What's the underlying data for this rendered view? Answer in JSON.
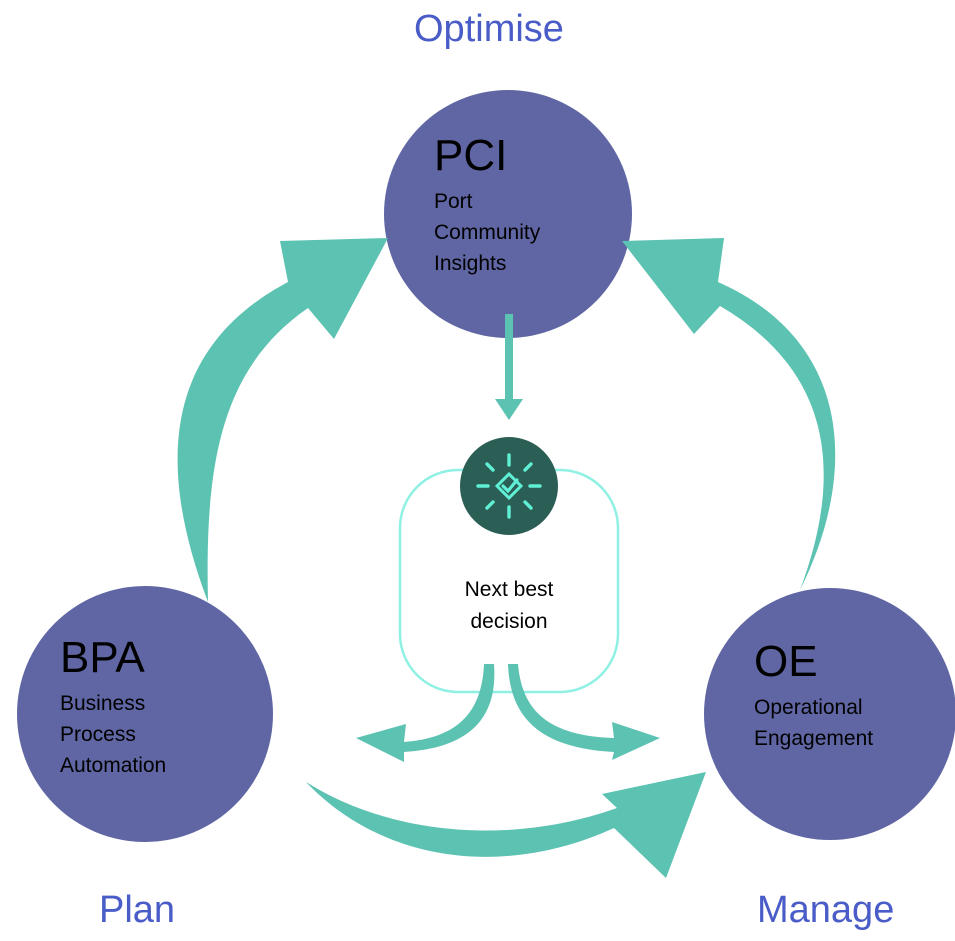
{
  "phases": {
    "optimise": "Optimise",
    "plan": "Plan",
    "manage": "Manage"
  },
  "nodes": {
    "pci": {
      "abbr": "PCI",
      "full": [
        "Port",
        "Community",
        "Insights"
      ]
    },
    "bpa": {
      "abbr": "BPA",
      "full": [
        "Business",
        "Process",
        "Automation"
      ]
    },
    "oe": {
      "abbr": "OE",
      "full": [
        "Operational",
        "Engagement"
      ]
    }
  },
  "decision": {
    "label": [
      "Next best",
      "decision"
    ],
    "icon": "check-badge-icon"
  },
  "colors": {
    "circle": "#5f66a3",
    "arrow": "#5cc2b2",
    "phase_text": "#4a5cc7",
    "icon_bg": "#2b5e54",
    "icon_fg": "#5ff0d6",
    "bubble_border": "#8ff0e4"
  }
}
